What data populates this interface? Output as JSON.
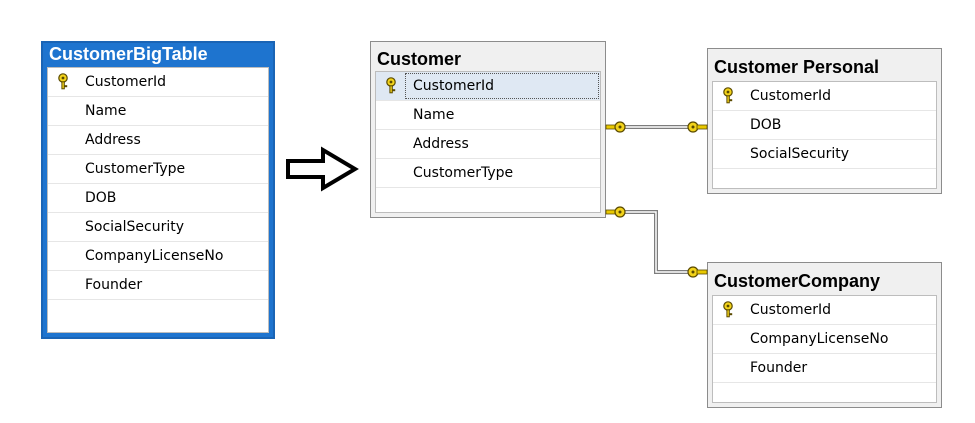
{
  "source_table": {
    "title": "CustomerBigTable",
    "columns": [
      {
        "name": "CustomerId",
        "pk": true
      },
      {
        "name": "Name"
      },
      {
        "name": "Address"
      },
      {
        "name": "CustomerType"
      },
      {
        "name": "DOB"
      },
      {
        "name": "SocialSecurity"
      },
      {
        "name": "CompanyLicenseNo"
      },
      {
        "name": "Founder"
      }
    ]
  },
  "arrow": {
    "icon": "right-arrow-icon"
  },
  "customer_table": {
    "title": "Customer",
    "columns": [
      {
        "name": "CustomerId",
        "pk": true
      },
      {
        "name": "Name"
      },
      {
        "name": "Address"
      },
      {
        "name": "CustomerType"
      }
    ]
  },
  "personal_table": {
    "title": "Customer Personal",
    "columns": [
      {
        "name": "CustomerId",
        "pk": true
      },
      {
        "name": "DOB"
      },
      {
        "name": "SocialSecurity"
      }
    ]
  },
  "company_table": {
    "title": "CustomerCompany",
    "columns": [
      {
        "name": "CustomerId",
        "pk": true
      },
      {
        "name": "CompanyLicenseNo"
      },
      {
        "name": "Founder"
      }
    ]
  },
  "relationships": [
    {
      "from": "Customer",
      "to": "Customer Personal",
      "type": "one-to-one"
    },
    {
      "from": "Customer",
      "to": "CustomerCompany",
      "type": "one-to-one"
    }
  ],
  "colors": {
    "selected_title_bg": "#1e74cf",
    "key_icon": "#e8c800",
    "connector": "#8c8c8c"
  }
}
